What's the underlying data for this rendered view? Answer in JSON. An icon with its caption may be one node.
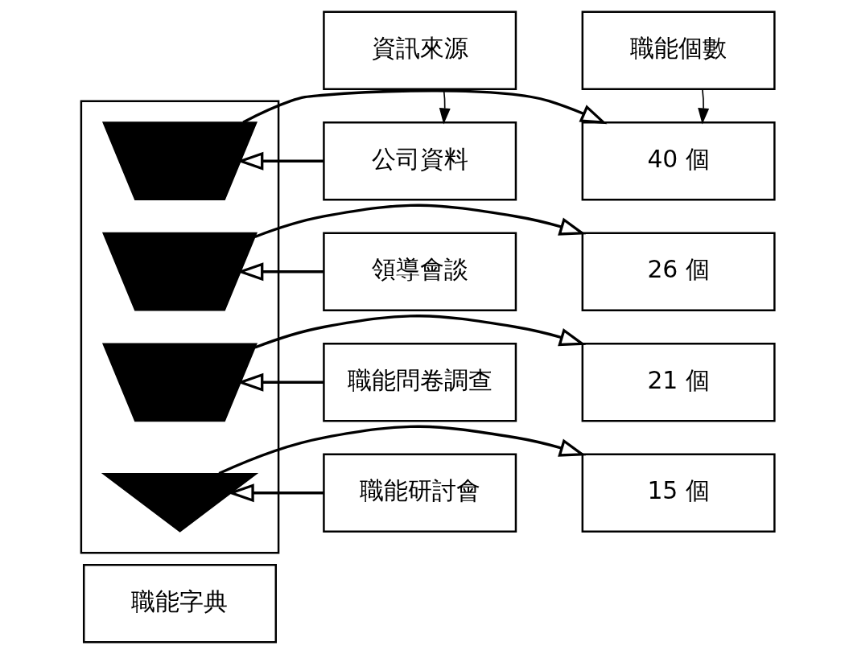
{
  "diagram": {
    "nodes": [
      {
        "text": [
          "資訊來源"
        ]
      },
      {
        "text": [
          "公司資料"
        ]
      },
      {
        "text": [
          "領導會談"
        ]
      },
      {
        "text": [
          "職能問卷調查"
        ]
      },
      {
        "text": [
          "職能研討會"
        ]
      },
      {
        "text": [],
        "shape": "box"
      },
      {
        "text": [],
        "shape": "trapezoid",
        "in": 5
      },
      {
        "text": [],
        "shape": "trapezoid",
        "in": 5
      },
      {
        "text": [],
        "shape": "trapezoid",
        "in": 5
      },
      {
        "text": [],
        "shape": "triangle",
        "in": 5
      },
      {
        "text": [
          "職能個數"
        ]
      },
      {
        "text": [
          "40 個"
        ]
      },
      {
        "text": [
          "26 個"
        ]
      },
      {
        "text": [
          "21 個"
        ]
      },
      {
        "text": [
          "15 個"
        ]
      },
      {
        "text": [
          "職能字典"
        ]
      }
    ],
    "edges": [
      {
        "from": 0,
        "to": 1,
        "arrow": "to"
      },
      {
        "from": 10,
        "to": 11,
        "arrow": "to"
      },
      {
        "from": 1,
        "to": 6,
        "arrow": "to"
      },
      {
        "from": 2,
        "to": 7,
        "arrow": "to"
      },
      {
        "from": 3,
        "to": 8,
        "arrow": "to"
      },
      {
        "from": 4,
        "to": 9,
        "arrow": "to"
      },
      {
        "from": 6,
        "to": 11,
        "arrow": "to"
      },
      {
        "from": 7,
        "to": 12,
        "arrow": "to"
      },
      {
        "from": 8,
        "to": 13,
        "arrow": "to"
      },
      {
        "from": 9,
        "to": 14,
        "arrow": "to"
      }
    ]
  }
}
